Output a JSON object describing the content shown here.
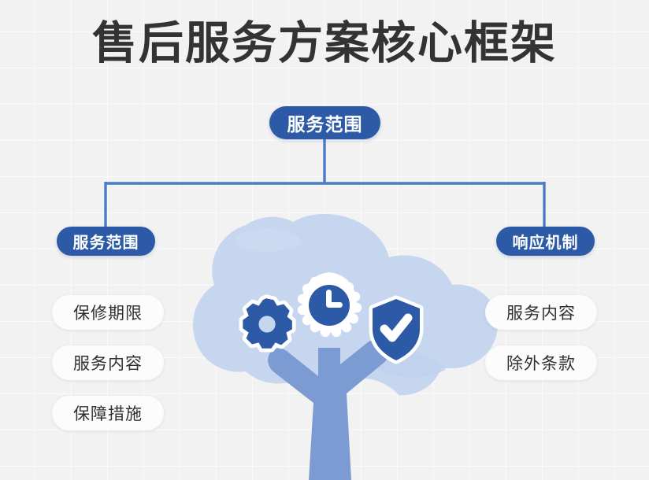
{
  "page": {
    "title": "售后服务方案核心框架",
    "background_color": "#f2f2f3",
    "accent_color": "#2d5aa6",
    "line_color": "#4a7bc8",
    "leaf_pill_color": "#fcfcfc",
    "leaf_text_color": "#303030",
    "title_color": "#333333"
  },
  "diagram": {
    "type": "org-tree",
    "root": {
      "label": "服务范围"
    },
    "branches": [
      {
        "label": "服务范围",
        "side": "left",
        "items": [
          {
            "label": "保修期限"
          },
          {
            "label": "服务内容"
          },
          {
            "label": "保障措施"
          }
        ]
      },
      {
        "label": "响应机制",
        "side": "right",
        "items": [
          {
            "label": "服务内容"
          },
          {
            "label": "除外条款"
          }
        ]
      }
    ]
  },
  "illustration": {
    "description": "tree",
    "foliage_color": "#c6d6ef",
    "trunk_color": "#7c9bd2",
    "icons": [
      {
        "name": "gear-icon",
        "fill": "#2d5aa6",
        "outline": "#ffffff"
      },
      {
        "name": "clock-icon",
        "fill": "#2d5aa6",
        "outline": "#ffffff"
      },
      {
        "name": "shield-check-icon",
        "fill": "#2d5aa6",
        "outline": "#ffffff"
      }
    ]
  }
}
